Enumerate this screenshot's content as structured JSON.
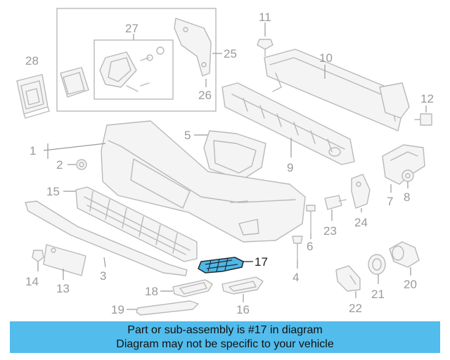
{
  "callouts": {
    "p1": "1",
    "p2": "2",
    "p3": "3",
    "p4": "4",
    "p5": "5",
    "p6": "6",
    "p7": "7",
    "p8": "8",
    "p9": "9",
    "p10": "10",
    "p11": "11",
    "p12": "12",
    "p13": "13",
    "p14": "14",
    "p15": "15",
    "p16": "16",
    "p17": "17",
    "p18": "18",
    "p19": "19",
    "p20": "20",
    "p21": "21",
    "p22": "22",
    "p23": "23",
    "p24": "24",
    "p25": "25",
    "p26": "26",
    "p27": "27",
    "p28": "28"
  },
  "highlight": {
    "part": "17",
    "color": "#4fb8e6"
  },
  "banner": {
    "line1": "Part or sub-assembly is #17 in diagram",
    "line2": "Diagram may not be specific to your vehicle",
    "color": "#52bcec"
  }
}
